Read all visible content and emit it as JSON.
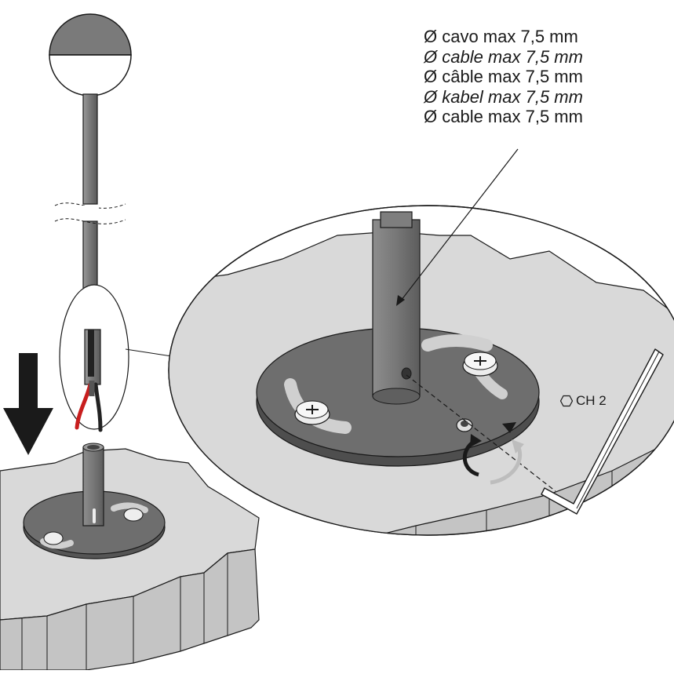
{
  "cable_spec": {
    "lines": [
      {
        "text": "Ø cavo max 7,5 mm",
        "italic": false
      },
      {
        "text": "Ø cable max 7,5 mm",
        "italic": true
      },
      {
        "text": "Ø câble max 7,5 mm",
        "italic": false
      },
      {
        "text": "Ø kabel max 7,5 mm",
        "italic": true
      },
      {
        "text": "Ø cable max 7,5 mm",
        "italic": false
      }
    ]
  },
  "tool": {
    "label": "CH 2",
    "icon": "hexagon-icon"
  },
  "colors": {
    "line": "#1a1a1a",
    "surface_light": "#d9d9d9",
    "surface_mid": "#bdbdbd",
    "metal_dark": "#6e6e6e",
    "metal_mid": "#8a8a8a",
    "cable_red": "#c81e1e",
    "cable_black": "#222222",
    "arrow": "#1a1a1a"
  }
}
